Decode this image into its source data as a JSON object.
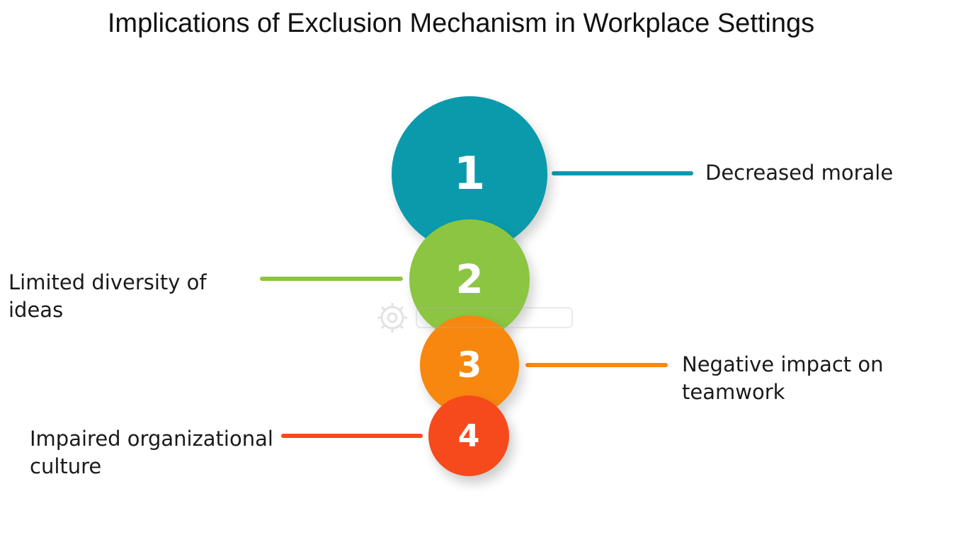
{
  "title": "Implications of Exclusion Mechanism in Workplace Settings",
  "items": [
    {
      "number": "1",
      "label": "Decreased morale",
      "color": "#0a9aac"
    },
    {
      "number": "2",
      "label": "Limited diversity of ideas",
      "color": "#8bc541"
    },
    {
      "number": "3",
      "label": "Negative impact on teamwork",
      "color": "#f7870f"
    },
    {
      "number": "4",
      "label": "Impaired organizational culture",
      "color": "#f74a1c"
    }
  ],
  "watermark_icon": "gear-icon"
}
